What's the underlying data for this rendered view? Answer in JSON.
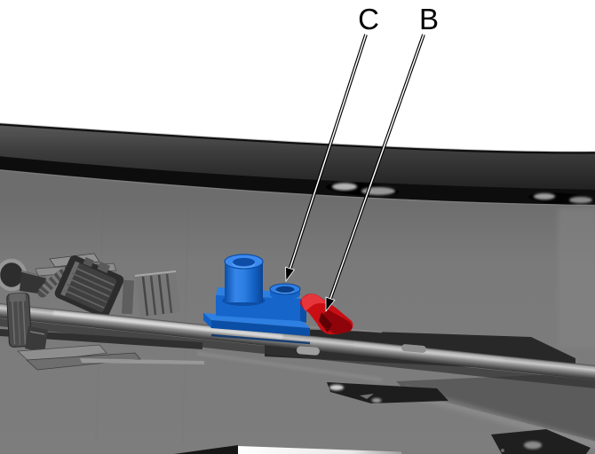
{
  "figure": {
    "kind": "cad-callout-illustration",
    "subject": "bumper-interior-sensor-mounting",
    "callouts": [
      {
        "label": "C",
        "points_to": "sensor-mounting-boss-hole"
      },
      {
        "label": "B",
        "points_to": "red-retainer-clip"
      }
    ],
    "colors": {
      "background": "#ffffff",
      "fascia": "#7b7b7b",
      "bumper_band": "#2f2f2f",
      "sensor_blue": "#1565cb",
      "sensor_blue_light": "#2e7fe2",
      "sensor_blue_dark": "#0b4ea6",
      "clip_red": "#c90e14",
      "clip_red_dark": "#8f040a",
      "label_text": "#000000"
    }
  }
}
